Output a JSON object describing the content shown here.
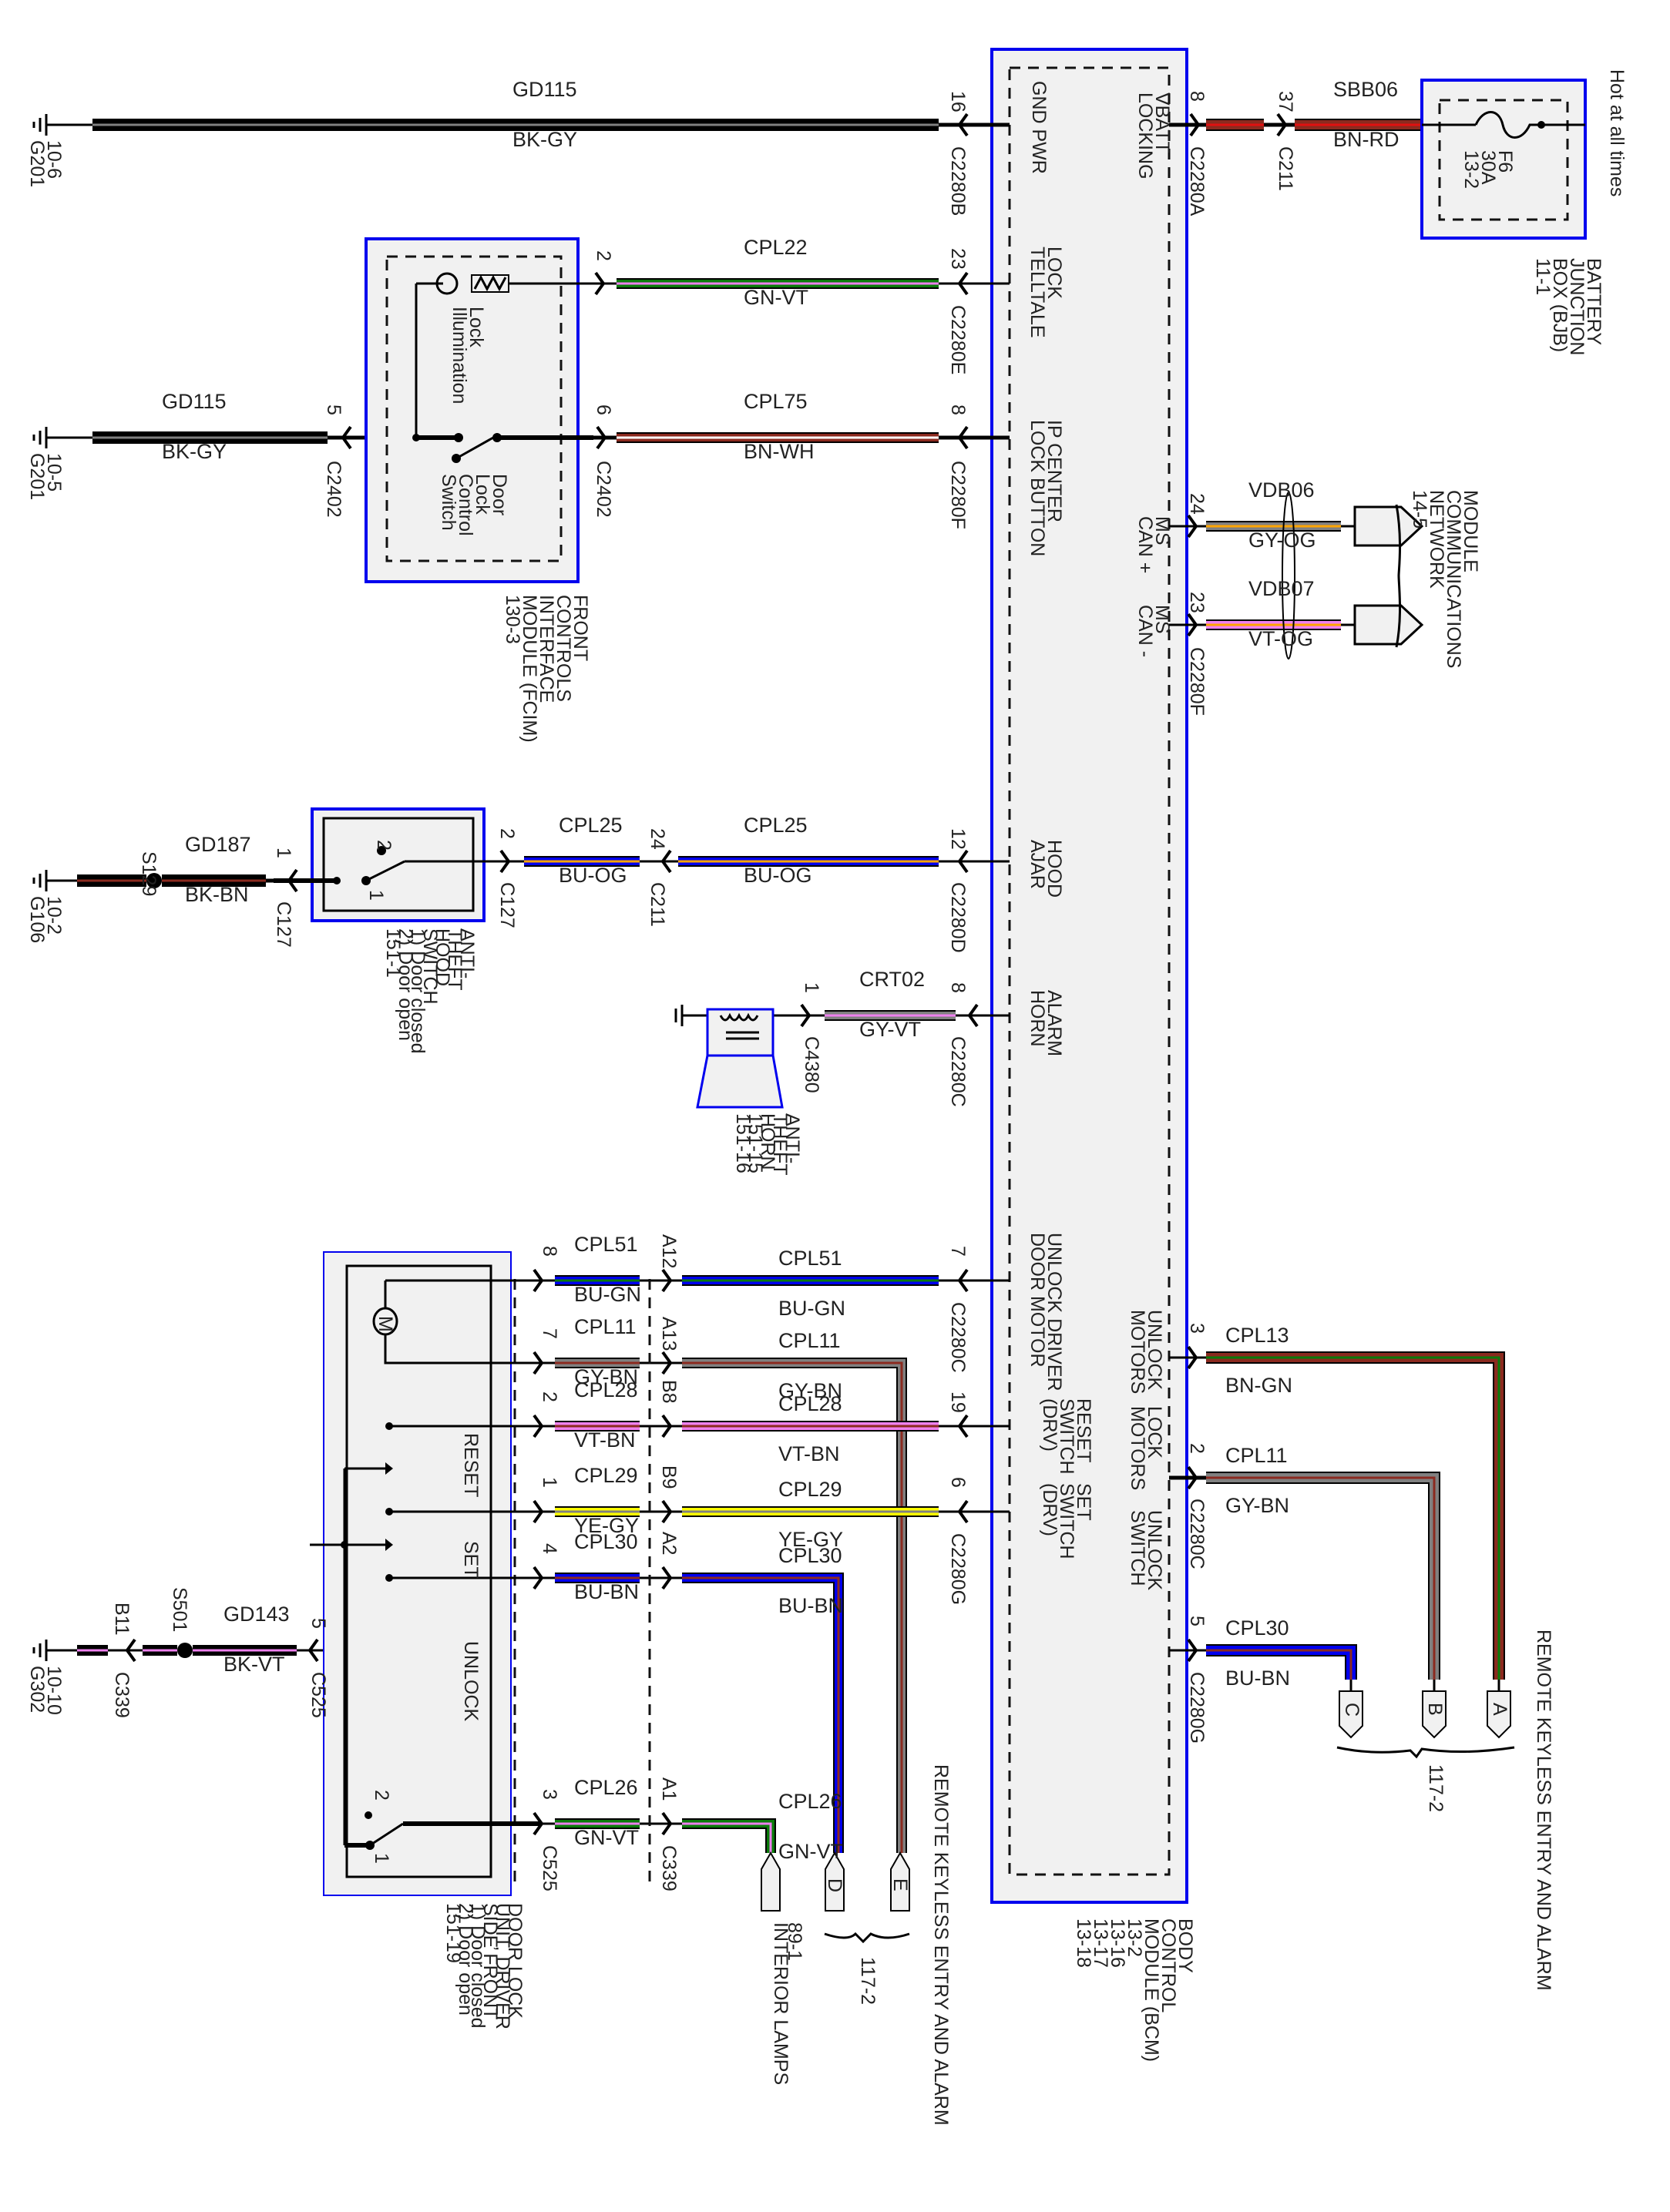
{
  "diagram": {
    "title": "Door Lock / Anti-Theft Wiring Schematic",
    "modules": {
      "bcm": {
        "name_lines": [
          "BODY",
          "CONTROL",
          "MODULE (BCM)",
          "13-2",
          "13-16",
          "13-17",
          "13-18"
        ]
      },
      "bjb": {
        "name_lines": [
          "BATTERY",
          "JUNCTION",
          "BOX (BJB)",
          "11-1"
        ],
        "fuse": [
          "F6",
          "30A",
          "13-2"
        ],
        "note": "Hot at all times"
      },
      "fcim": {
        "name_lines": [
          "FRONT",
          "CONTROLS",
          "INTERFACE",
          "MODULE (FCIM)",
          "130-3"
        ],
        "lamp_label": [
          "Lock",
          "Illumination"
        ],
        "switch_label": [
          "Door",
          "Lock",
          "Control",
          "Switch"
        ]
      },
      "hood_switch": {
        "name_lines": [
          "ANTI-",
          "THEFT",
          "HOOD",
          "SWITCH",
          "1) Door closed",
          "2) Door open",
          "151-1"
        ],
        "pos1": "1",
        "pos2": "2"
      },
      "horn": {
        "name_lines": [
          "ANTI-",
          "THEFT",
          "HORN",
          "151-15",
          "151-16"
        ]
      },
      "door_lock_unit": {
        "name_lines": [
          "DOOR LOCK",
          "UNIT, DRIVER",
          "SIDE FRONT",
          "1) Door closed",
          "2) Door open",
          "151-19"
        ],
        "inner_labels": [
          "RESET",
          "SET",
          "UNLOCK"
        ],
        "motor": "M",
        "pos1": "1",
        "pos2": "2"
      },
      "mcn": {
        "name_lines": [
          "MODULE",
          "COMMUNICATIONS",
          "NETWORK",
          "14-5"
        ]
      },
      "rke_right": {
        "label": "REMOTE KEYLESS ENTRY AND ALARM",
        "ref": "117-2",
        "connectors": [
          "A",
          "B",
          "C"
        ]
      },
      "rke_left": {
        "label": "REMOTE KEYLESS ENTRY AND ALARM",
        "ref": "117-2",
        "connectors": [
          "D",
          "E"
        ]
      },
      "interior_lamps": {
        "name_lines": [
          "INTERIOR LAMPS",
          "89-1"
        ]
      }
    },
    "bcm_pins": [
      {
        "label": [
          "VBATT",
          "LOCKING"
        ]
      },
      {
        "label": [
          "GND PWR"
        ]
      },
      {
        "label": [
          "LOCK",
          "TELLTALE"
        ]
      },
      {
        "label": [
          "IP CENTER",
          "LOCK BUTTON"
        ]
      },
      {
        "label": [
          "MS",
          "CAN +"
        ]
      },
      {
        "label": [
          "MS",
          "CAN -"
        ]
      },
      {
        "label": [
          "HOOD",
          "AJAR"
        ]
      },
      {
        "label": [
          "ALARM",
          "HORN"
        ]
      },
      {
        "label": [
          "UNLOCK DRIVER",
          "DOOR MOTOR"
        ]
      },
      {
        "label": [
          "UNLOCK",
          "MOTORS"
        ]
      },
      {
        "label": [
          "RESET",
          "SWITCH",
          "(DRV)"
        ]
      },
      {
        "label": [
          "LOCK",
          "MOTORS"
        ]
      },
      {
        "label": [
          "SET",
          "SWITCH",
          "(DRV)"
        ]
      },
      {
        "label": [
          "UNLOCK",
          "SWITCH"
        ]
      }
    ],
    "grounds": [
      {
        "id": "G201",
        "ref": "10-6"
      },
      {
        "id": "G201",
        "ref": "10-5"
      },
      {
        "id": "G106",
        "ref": "10-2"
      },
      {
        "id": "G302",
        "ref": "10-10"
      }
    ],
    "splices": [
      "S129",
      "S501"
    ],
    "circuits": [
      {
        "id": "GD115",
        "color": "BK-GY",
        "pin": "16",
        "conn": "C2280B"
      },
      {
        "id": "SBB06",
        "color": "BN-RD",
        "pin_bcm": "8",
        "conn_bcm": "C2280A",
        "pin_inline": "37",
        "conn_inline": "C211"
      },
      {
        "id": "CPL22",
        "color": "GN-VT",
        "pin_bcm": "23",
        "conn_bcm": "C2280E",
        "pin_fcim": "2"
      },
      {
        "id": "GD115",
        "color": "BK-GY",
        "pin": "5",
        "conn": "C2402"
      },
      {
        "id": "CPL75",
        "color": "BN-WH",
        "pin_bcm": "8",
        "conn_bcm": "C2280F",
        "pin_fcim": "6",
        "conn_fcim": "C2402"
      },
      {
        "id": "VDB06",
        "color": "GY-OG",
        "pin": "24"
      },
      {
        "id": "VDB07",
        "color": "VT-OG",
        "pin": "23",
        "conn": "C2280F"
      },
      {
        "id": "GD187",
        "color": "BK-BN",
        "pin": "1",
        "conn": "C127"
      },
      {
        "id": "CPL25",
        "color": "BU-OG",
        "pin_sw": "2",
        "conn_sw": "C127",
        "pin_inline": "24",
        "conn_inline": "C211"
      },
      {
        "id": "CPL25",
        "color": "BU-OG",
        "pin_bcm": "12",
        "conn_bcm": "C2280D"
      },
      {
        "id": "CRT02",
        "color": "GY-VT",
        "pin_horn": "1",
        "conn_horn": "C4380",
        "pin_bcm": "8",
        "conn_bcm": "C2280C"
      },
      {
        "id": "CPL51",
        "color": "BU-GN",
        "pin_dl": "8",
        "pin_inline": "A12",
        "pin_bcm": "7",
        "conn_bcm": "C2280C"
      },
      {
        "id": "CPL11",
        "color": "GY-BN",
        "pin_dl": "7",
        "pin_inline": "A13"
      },
      {
        "id": "CPL28",
        "color": "VT-BN",
        "pin_dl": "2",
        "pin_inline": "B8",
        "pin_bcm": "19"
      },
      {
        "id": "CPL29",
        "color": "YE-GY",
        "pin_dl": "1",
        "pin_inline": "B9",
        "pin_bcm": "6",
        "conn_bcm": "C2280G"
      },
      {
        "id": "CPL30",
        "color": "BU-BN",
        "pin_dl": "4",
        "pin_inline": "A2"
      },
      {
        "id": "CPL26",
        "color": "GN-VT",
        "pin_dl": "3",
        "conn_dl": "C525",
        "pin_inline": "A1",
        "conn_inline": "C339"
      },
      {
        "id": "GD143",
        "color": "BK-VT",
        "pin": "5",
        "conn": "C525",
        "inline_pin": "B11",
        "inline_conn": "C339"
      },
      {
        "id": "CPL13",
        "color": "BN-GN",
        "pin": "3"
      },
      {
        "id": "CPL11",
        "color": "GY-BN",
        "pin": "2",
        "conn": "C2280C"
      },
      {
        "id": "CPL30",
        "color": "BU-BN",
        "pin": "5",
        "conn": "C2280G"
      }
    ],
    "wire_colors": {
      "BK": "#000000",
      "GY": "#808080",
      "BN": "#8b2a1f",
      "RD": "#e01010",
      "GN": "#0a7a0a",
      "VT": "#ee80ee",
      "WH": "#ffffff",
      "OG": "#ffa500",
      "BU": "#0000ee",
      "YE": "#ffff00"
    }
  }
}
